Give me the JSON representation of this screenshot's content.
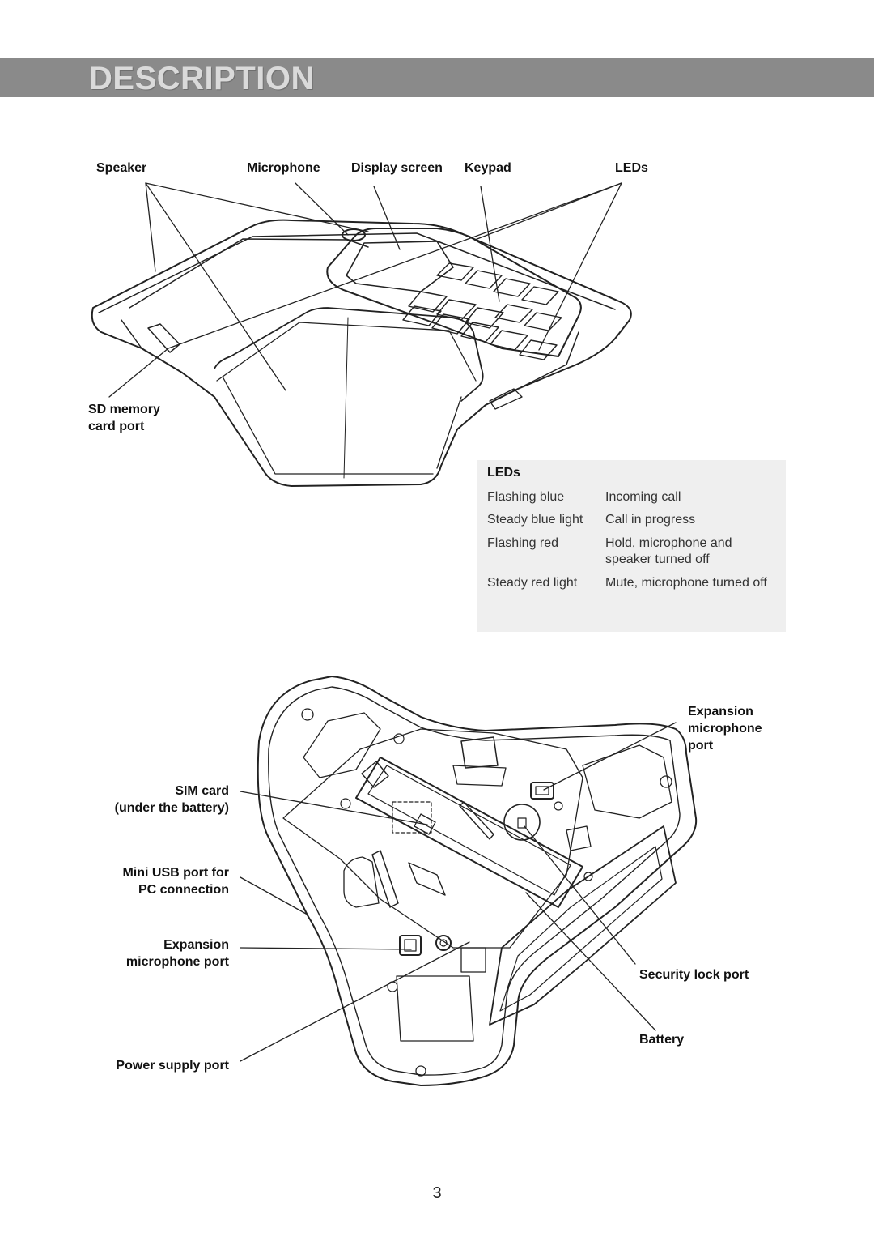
{
  "header": {
    "title": "DESCRIPTION"
  },
  "top_labels": {
    "speaker": "Speaker",
    "microphone": "Microphone",
    "display_screen": "Display screen",
    "keypad": "Keypad",
    "leds": "LEDs",
    "sd_line1": "SD memory",
    "sd_line2": "card port"
  },
  "led_table": {
    "title": "LEDs",
    "rows": [
      {
        "state": "Flashing blue",
        "meaning": "Incoming call"
      },
      {
        "state": "Steady blue light",
        "meaning": "Call in progress"
      },
      {
        "state": "Flashing red",
        "meaning": "Hold, microphone and speaker turned off"
      },
      {
        "state": "Steady red light",
        "meaning": "Mute, microphone turned off"
      }
    ]
  },
  "bottom_labels": {
    "sim_line1": "SIM card",
    "sim_line2": "(under the battery)",
    "usb_line1": "Mini USB port for",
    "usb_line2": "PC connection",
    "exp_left_line1": "Expansion",
    "exp_left_line2": "microphone port",
    "power": "Power supply port",
    "exp_right_line1": "Expansion",
    "exp_right_line2": "microphone",
    "exp_right_line3": "port",
    "security": "Security lock port",
    "battery": "Battery"
  },
  "page_number": "3"
}
